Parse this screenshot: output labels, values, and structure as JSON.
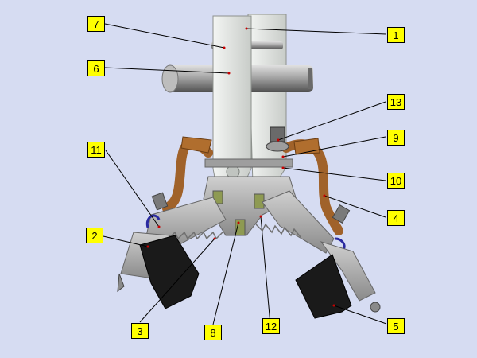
{
  "callouts": [
    {
      "id": "c1",
      "label": "1"
    },
    {
      "id": "c2",
      "label": "2"
    },
    {
      "id": "c3",
      "label": "3"
    },
    {
      "id": "c4",
      "label": "4"
    },
    {
      "id": "c5",
      "label": "5"
    },
    {
      "id": "c6",
      "label": "6"
    },
    {
      "id": "c7",
      "label": "7"
    },
    {
      "id": "c8",
      "label": "8"
    },
    {
      "id": "c9",
      "label": "9"
    },
    {
      "id": "c10",
      "label": "10"
    },
    {
      "id": "c11",
      "label": "11"
    },
    {
      "id": "c12",
      "label": "12"
    },
    {
      "id": "c13",
      "label": "13"
    }
  ],
  "colors": {
    "background": "#d6dcf2",
    "callout_fill": "#ffff00",
    "plate": "#dfe3df",
    "metal": "#a9a9a9",
    "spring_belt": "#a0622a",
    "shoe": "#1a1a1a",
    "leader": "#000000"
  }
}
